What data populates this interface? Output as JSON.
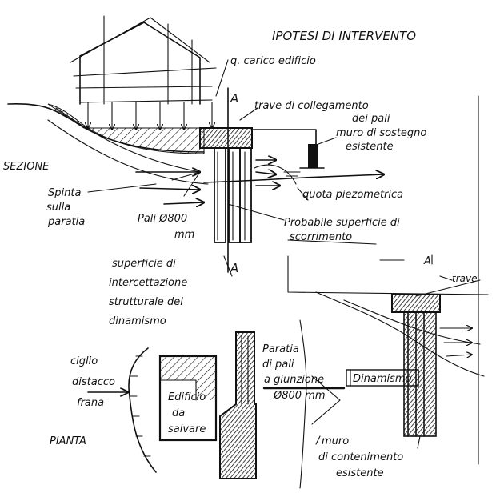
{
  "title": "IPOTESI DI INTERVENTO",
  "section": {
    "label": "SEZIONE",
    "cut_marker": "A",
    "cut_marker_bottom": "A"
  },
  "annotations": {
    "building_load": "q. carico edificio",
    "tie_beam_line1": "trave di collegamento",
    "tie_beam_line2": "dei pali",
    "retaining_wall_line1": "muro di sostegno",
    "retaining_wall_line2": "esistente",
    "thrust_line1": "Spinta",
    "thrust_line2": "sulla",
    "thrust_line3": "paratia",
    "piles_line1": "Pali Ø800",
    "piles_line2": "mm",
    "piezometric": "quota piezometrica",
    "slip_surface_line1": "Probabile superficie di",
    "slip_surface_line2": "scorrimento",
    "drain_surface_line1": "superficie di",
    "drain_surface_line2": "intercettazione",
    "drain_surface_line3": "strutturale del",
    "drain_surface_line4": "dinamismo",
    "beam": "trave",
    "landslide_edge_line1": "ciglio",
    "landslide_edge_line2": "distacco",
    "landslide_edge_line3": "frana",
    "plan": "PIANTA",
    "building_line1": "Edificio",
    "building_line2": "da",
    "building_line3": "salvare",
    "bulkhead_line1": "Paratia",
    "bulkhead_line2": "di pali",
    "bulkhead_line3": "a giunzione",
    "bulkhead_line4": "Ø800 mm",
    "dynamism": "Dinamismo",
    "existing_wall_line1": "muro",
    "existing_wall_line2": "di contenimento",
    "existing_wall_line3": "esistente"
  }
}
